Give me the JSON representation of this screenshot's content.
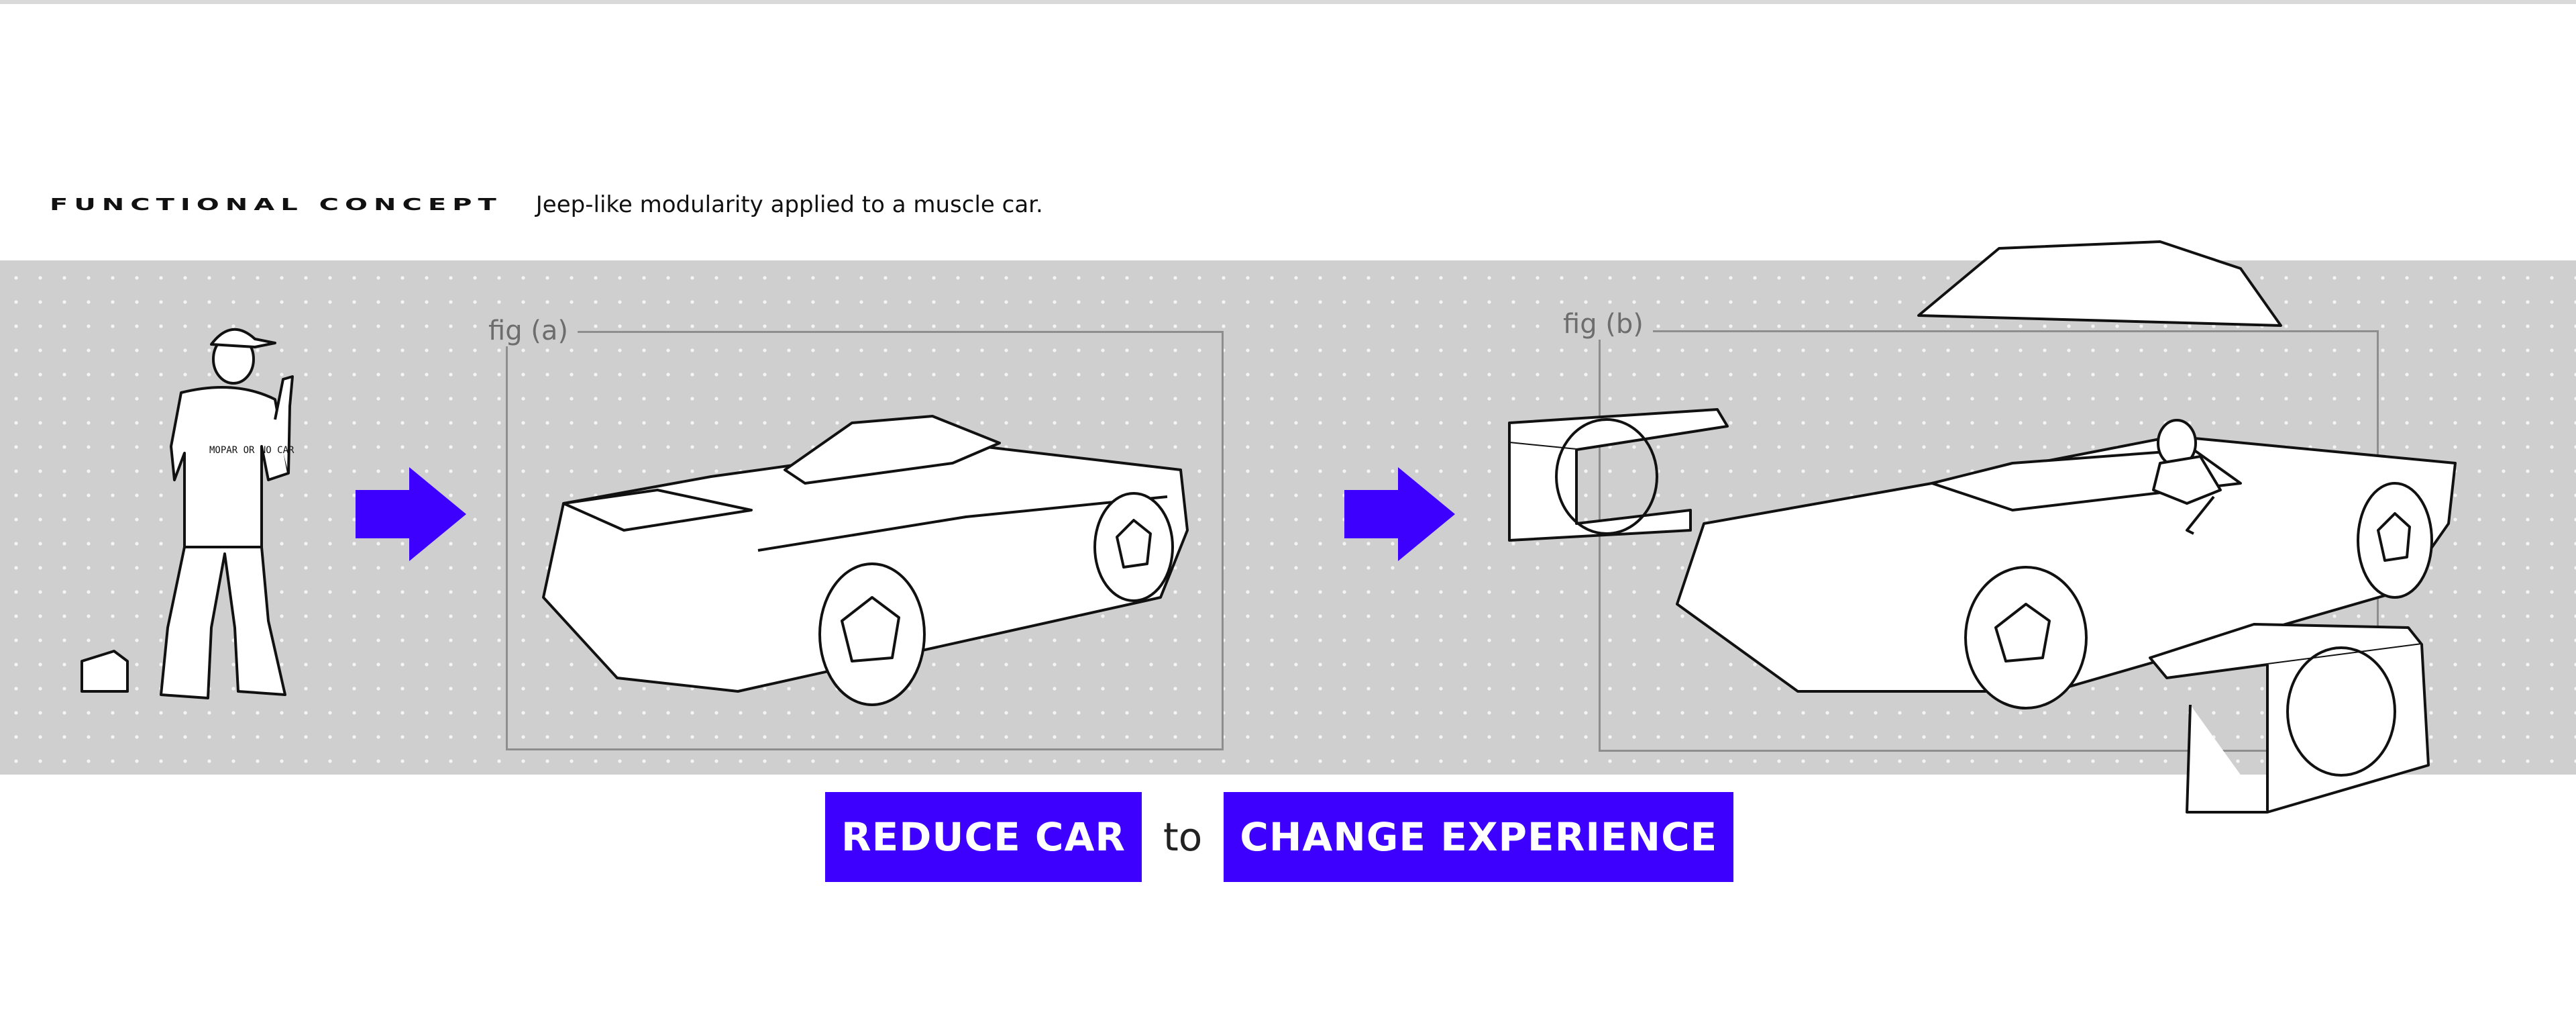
{
  "heading": {
    "title": "FUNCTIONAL CONCEPT",
    "subtitle": "Jeep-like modularity applied to a muscle car."
  },
  "figures": {
    "a_label": "fig (a)",
    "b_label": "fig (b)"
  },
  "person": {
    "shirt_text": "MOPAR OR NO CAR"
  },
  "tagline": {
    "left": "REDUCE CAR",
    "connector": "to",
    "right": "CHANGE EXPERIENCE"
  },
  "colors": {
    "accent": "#3d00ff",
    "band": "#cfcfcf",
    "frame": "#8e8e8e"
  },
  "icons": [
    "arrow-right-icon",
    "arrow-right-icon"
  ]
}
